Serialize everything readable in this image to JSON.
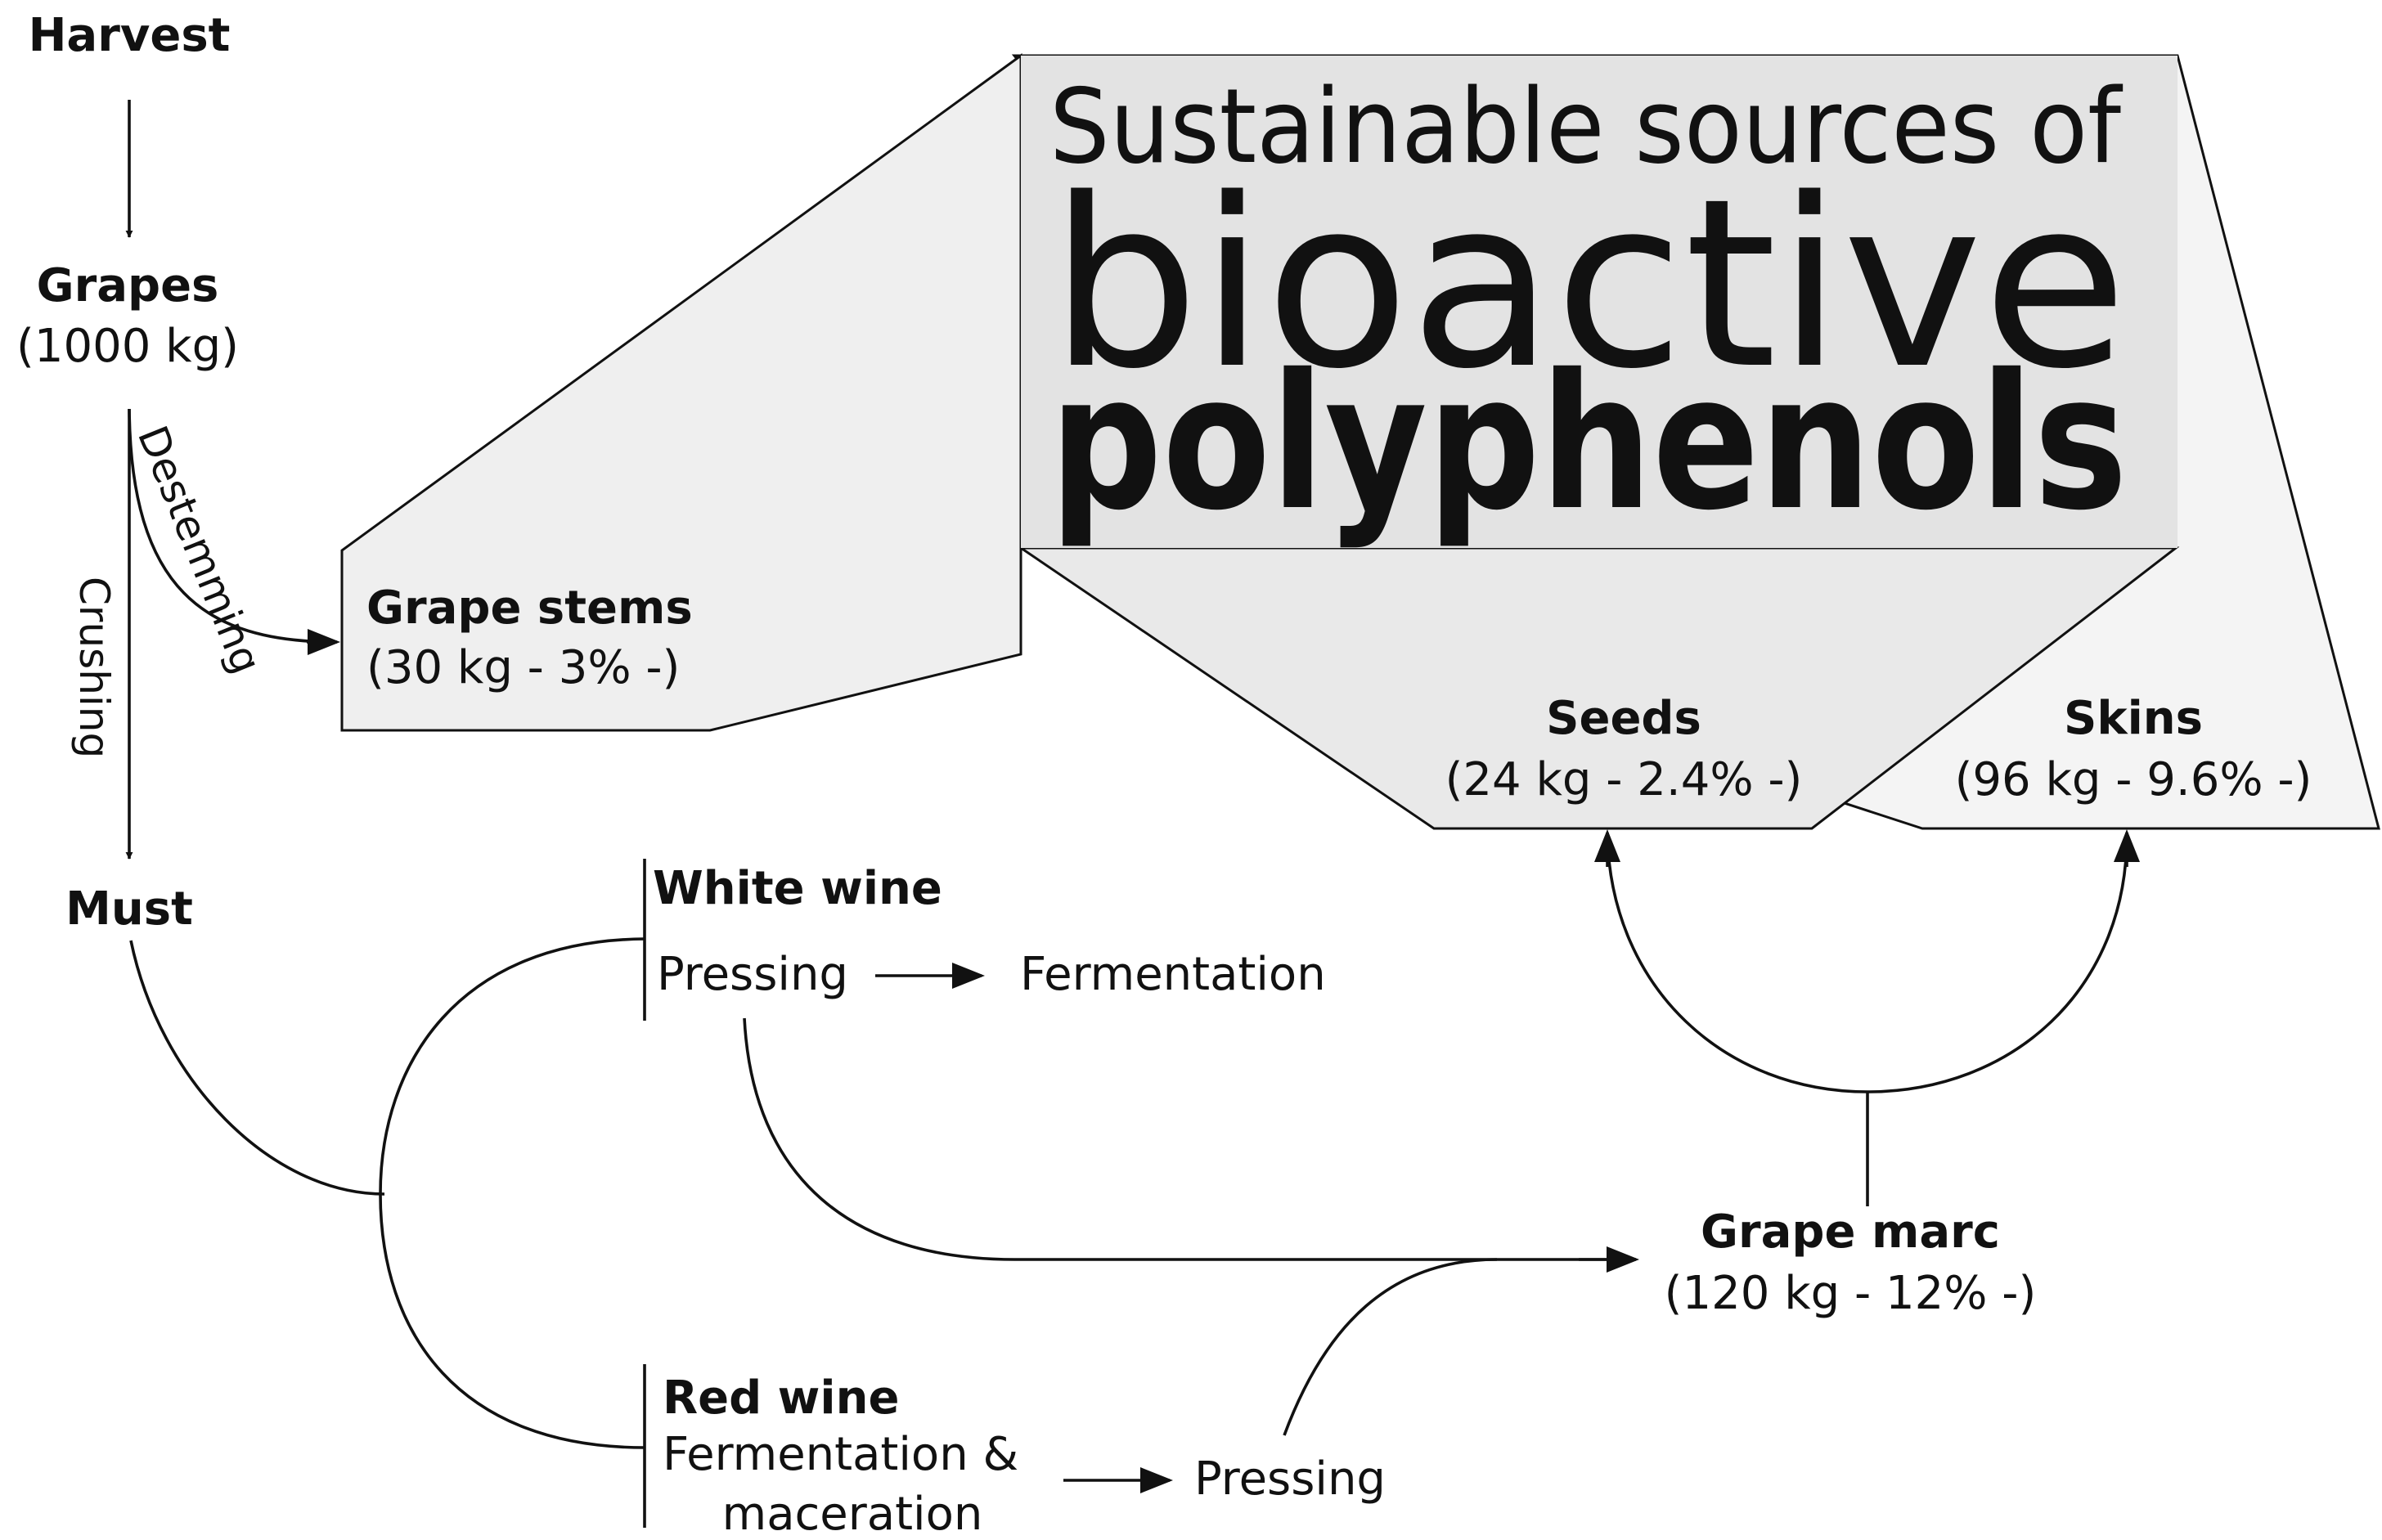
{
  "labels": {
    "harvest": "Harvest",
    "grapes": "Grapes",
    "grapes_amount": "(1000 kg)",
    "destemming": "Destemming",
    "crushing": "Crushing",
    "grape_stems": "Grape stems",
    "grape_stems_amount": "(30 kg - 3% -)",
    "must": "Must",
    "white_wine": "White wine",
    "white_pressing": "Pressing",
    "white_fermentation": "Fermentation",
    "red_wine": "Red wine",
    "red_fermentation_line1": "Fermentation &",
    "red_fermentation_line2": "maceration",
    "red_pressing": "Pressing",
    "grape_marc": "Grape marc",
    "grape_marc_amount": "(120 kg - 12% -)",
    "seeds": "Seeds",
    "seeds_amount": "(24 kg - 2.4% -)",
    "skins": "Skins",
    "skins_amount": "(96 kg - 9.6% -)"
  },
  "banner": {
    "line1": "Sustainable sources of",
    "line2": "bioactive",
    "line3": "polyphenols"
  },
  "colors": {
    "stroke": "#111111",
    "panel_light": "#f2f2f2",
    "panel_mid": "#e8e8e8",
    "panel_dark": "#dcdcdc"
  }
}
